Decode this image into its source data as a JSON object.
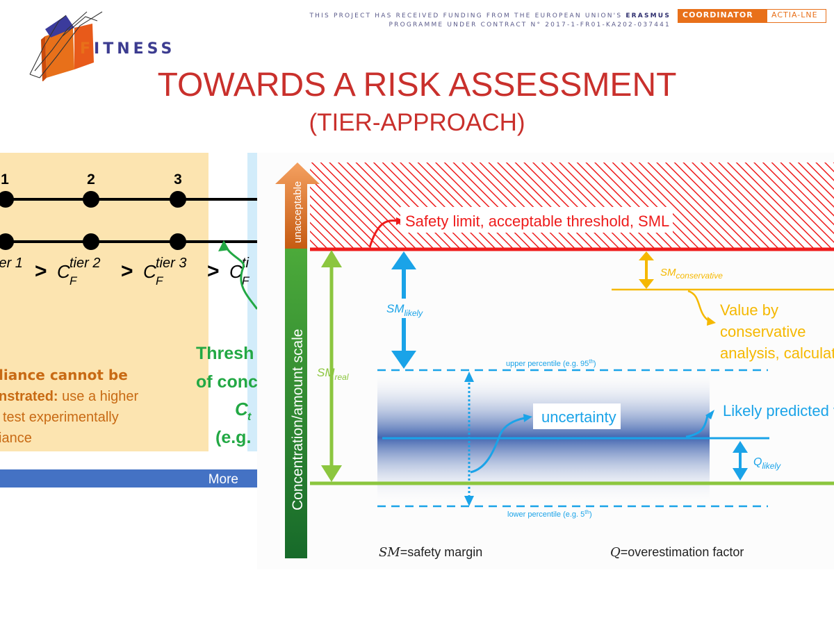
{
  "header": {
    "funding_line1_prefix": "THIS PROJECT HAS RECEIVED FUNDING FROM THE EUROPEAN UNION'S",
    "funding_line1_bold": "ERASMUS",
    "funding_line2": "PROGRAMME UNDER CONTRACT N° 2017-1-FR01-KA202-037441",
    "coordinator_label": "COORDINATOR",
    "coordinator_name": "ACTIA-LNE",
    "logo_initial": "F",
    "logo_rest": "ITNESS"
  },
  "title": "TOWARDS A RISK ASSESSMENT",
  "subtitle": "(TIER-APPROACH)",
  "left_panel": {
    "tier_numbers": [
      "1",
      "2",
      "3"
    ],
    "inequality": {
      "t1": "ier 1",
      "t2": "tier 2",
      "t3": "tier 3",
      "t4": "ti",
      "sym": ">",
      "cf": "C",
      "sub": "F"
    },
    "threshold_line1": "Thresh",
    "threshold_line2": "of conc",
    "threshold_line3_c": "C",
    "threshold_line3_sub": "t",
    "threshold_line4": "(e.g.",
    "compliance_bold1": "liance cannot be",
    "compliance_bold2": "nstrated:",
    "compliance_rest2": " use a higher",
    "compliance_line3": "test experimentally",
    "compliance_line4": "iance",
    "more_label": "More"
  },
  "right_panel": {
    "axis_top_label": "unacceptable",
    "axis_label": "Concentration/amount scale",
    "safety_limit": "Safety limit, acceptable threshold, SML",
    "sm_likely": {
      "base": "SM",
      "sub": "likely"
    },
    "sm_conservative": {
      "base": "SM",
      "sub": "conservative"
    },
    "sm_real": {
      "base": "SM",
      "sub": "real"
    },
    "q_likely": {
      "base": "Q",
      "sub": "likely"
    },
    "conservative_value": [
      "Value by",
      "conservative",
      "analysis, calculat"
    ],
    "upper_percentile": "upper percentile (e.g. 95",
    "lower_percentile": "lower percentile (e.g. 5",
    "th": "th",
    "paren_close": ")",
    "uncertainty": "uncertainty",
    "likely_predicted": "Likely predicted v",
    "legend_sm_sym": "SM",
    "legend_sm_text": "=safety margin",
    "legend_q_sym": "Q",
    "legend_q_text": "=overestimation factor"
  },
  "colors": {
    "title": "#c9302c",
    "safety_red": "#ee1c1c",
    "sm_blue": "#1aa3e8",
    "conservative_yellow": "#f5b800",
    "real_green": "#8cc63f",
    "axis_green": "#1a8a3a",
    "axis_orange": "#e8701a",
    "tier_bg": "#fce4b0",
    "compliance_text": "#c86a14",
    "threshold_green": "#22a844"
  }
}
